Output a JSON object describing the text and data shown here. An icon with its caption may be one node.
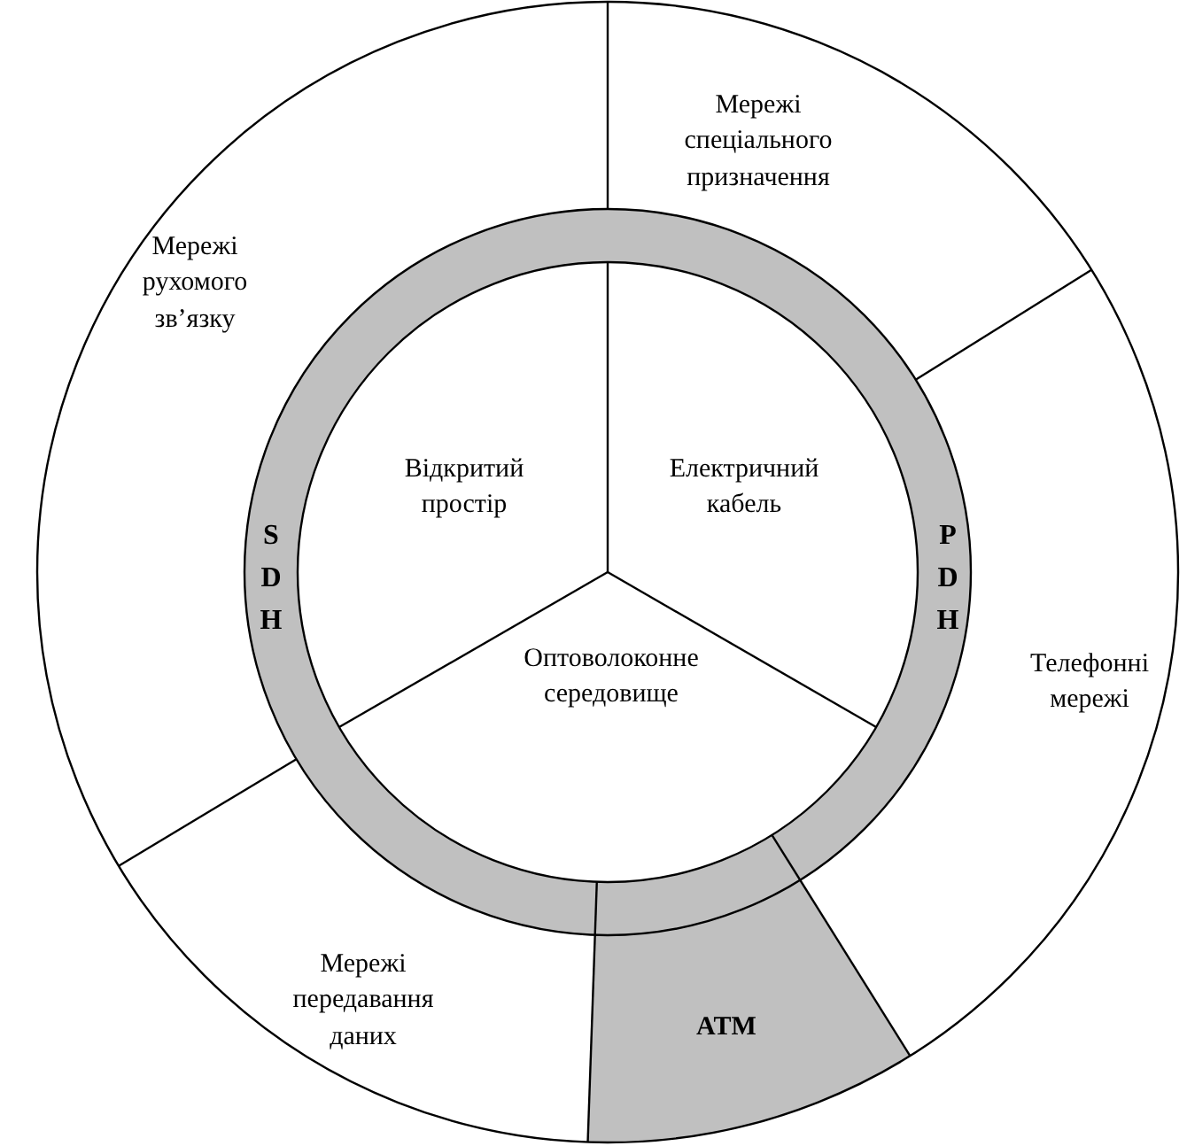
{
  "diagram": {
    "nodes": [
      {
        "text": [
          "Мережі рухомого зв’язку"
        ]
      },
      {
        "text": [
          "Мережі спеціального призначення"
        ]
      },
      {
        "text": [
          "Телефонні мережі"
        ]
      },
      {
        "text": [
          "Мережі передавання даних"
        ]
      },
      {
        "text": [
          "SDH"
        ]
      },
      {
        "text": [
          "PDH"
        ]
      },
      {
        "text": [
          "ATM"
        ]
      },
      {
        "text": [
          "Відкритий простір"
        ]
      },
      {
        "text": [
          "Електричний кабель"
        ]
      },
      {
        "text": [
          "Оптоволоконне середовище"
        ]
      }
    ]
  }
}
